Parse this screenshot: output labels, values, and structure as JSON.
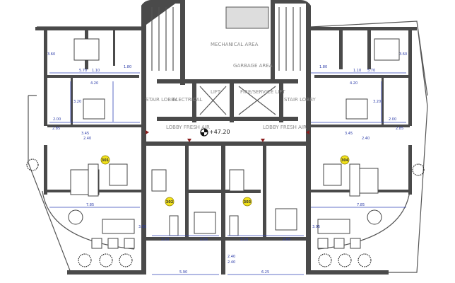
{
  "core": {
    "mechanical": "MECHANICAL AREA",
    "garbage": "GARBAGE AREA",
    "lift": "LIFT",
    "fire_lift": "FIRE/SERVICE LIFT",
    "stair_lobby_left": "STAIR LOBBY",
    "stair_lobby_right": "STAIR LOBBY",
    "electrical": "ELECTRICAL",
    "lobby_fresh_air_left": "LOBBY FRESH AIR",
    "lobby_fresh_air_right": "LOBBY FRESH AIR",
    "level": "+47.20"
  },
  "units": [
    "301",
    "302",
    "303",
    "304"
  ],
  "dimensions": {
    "left": [
      "3.60",
      "5.70",
      "1.10",
      "1.80",
      "4.20",
      "3.20",
      "2.00",
      "2.85",
      "3.45",
      "2.40",
      "3.95",
      "7.85",
      "3.20",
      "2.65",
      "5.90",
      "2.40"
    ],
    "right": [
      "3.60",
      "5.70",
      "1.10",
      "1.80",
      "4.20",
      "3.20",
      "2.00",
      "2.85",
      "3.45",
      "2.40",
      "3.95",
      "7.85",
      "3.20",
      "2.65",
      "6.25",
      "2.40"
    ]
  },
  "colors": {
    "wall": "#4a4a4a",
    "dimension": "#3346b8",
    "unit_badge": "#f2e21a"
  }
}
